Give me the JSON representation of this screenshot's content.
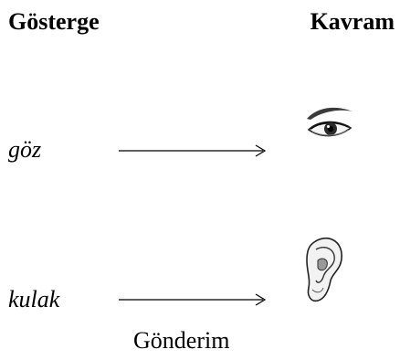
{
  "headings": {
    "sign": "Gösterge",
    "concept": "Kavram"
  },
  "rows": [
    {
      "term": "göz",
      "icon": "eye-icon"
    },
    {
      "term": "kulak",
      "icon": "ear-icon"
    }
  ],
  "footer": {
    "label": "Gönderim"
  }
}
